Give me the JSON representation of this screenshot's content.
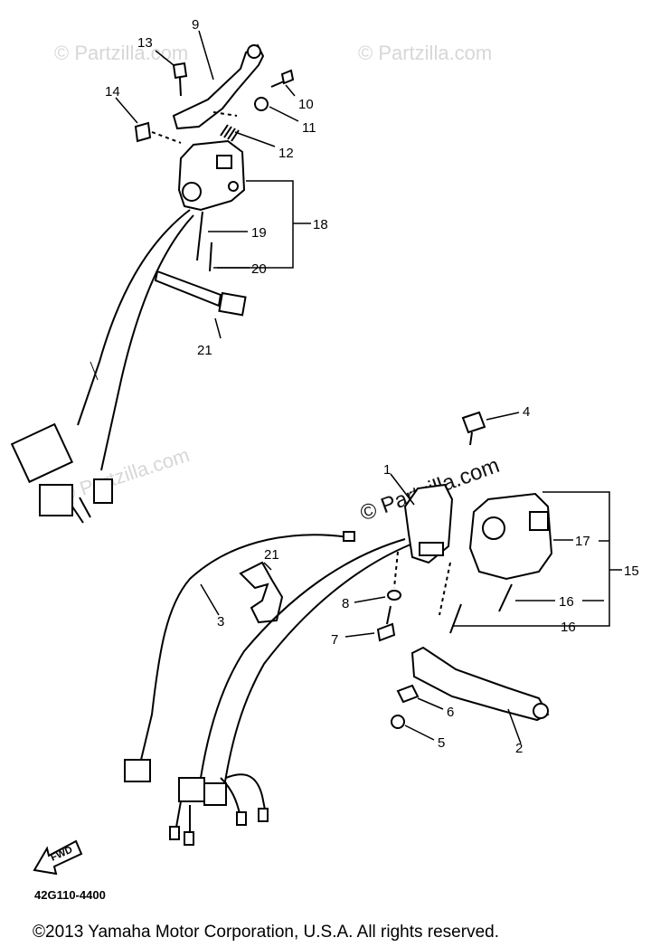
{
  "watermarks": {
    "top_left": "© Partzilla.com",
    "top_right": "© Partzilla.com",
    "mid_left": "© Partzilla.com",
    "center": "© Partzilla.com"
  },
  "callouts": {
    "p1": "1",
    "p2": "2",
    "p3": "3",
    "p4": "4",
    "p5": "5",
    "p6": "6",
    "p7": "7",
    "p8": "8",
    "p9": "9",
    "p10": "10",
    "p11": "11",
    "p12": "12",
    "p13": "13",
    "p14": "14",
    "p15": "15",
    "p16a": "16",
    "p16b": "16",
    "p17": "17",
    "p18": "18",
    "p19": "19",
    "p20": "20",
    "p21a": "21",
    "p21b": "21"
  },
  "fwd_label": "FWD",
  "diagram_code": "42G110-4400",
  "copyright": "©2013  Yamaha Motor Corporation, U.S.A. All rights reserved."
}
